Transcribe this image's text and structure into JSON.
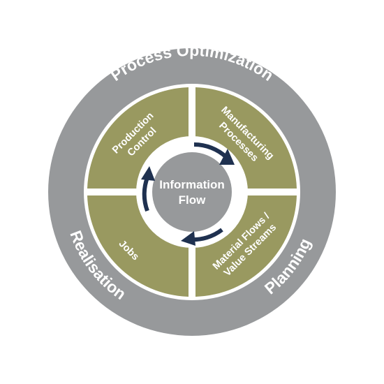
{
  "colors": {
    "outer_ring": "#97999b",
    "quadrant": "#999960",
    "hub": "#97999b",
    "arrow": "#1f3150",
    "text": "#ffffff",
    "background": "#ffffff"
  },
  "outer_ring": {
    "top_label": "Process Optimization",
    "left_label": "Realisation",
    "right_label": "Planning"
  },
  "quadrants": {
    "top_left": {
      "line1": "Production",
      "line2": "Control"
    },
    "top_right": {
      "line1": "Manufacturing",
      "line2": "Processes"
    },
    "bottom_left": {
      "line1": "Jobs"
    },
    "bottom_right": {
      "line1": "Material Flows /",
      "line2": "Value Streams"
    }
  },
  "hub": {
    "line1": "Information",
    "line2": "Flow"
  }
}
